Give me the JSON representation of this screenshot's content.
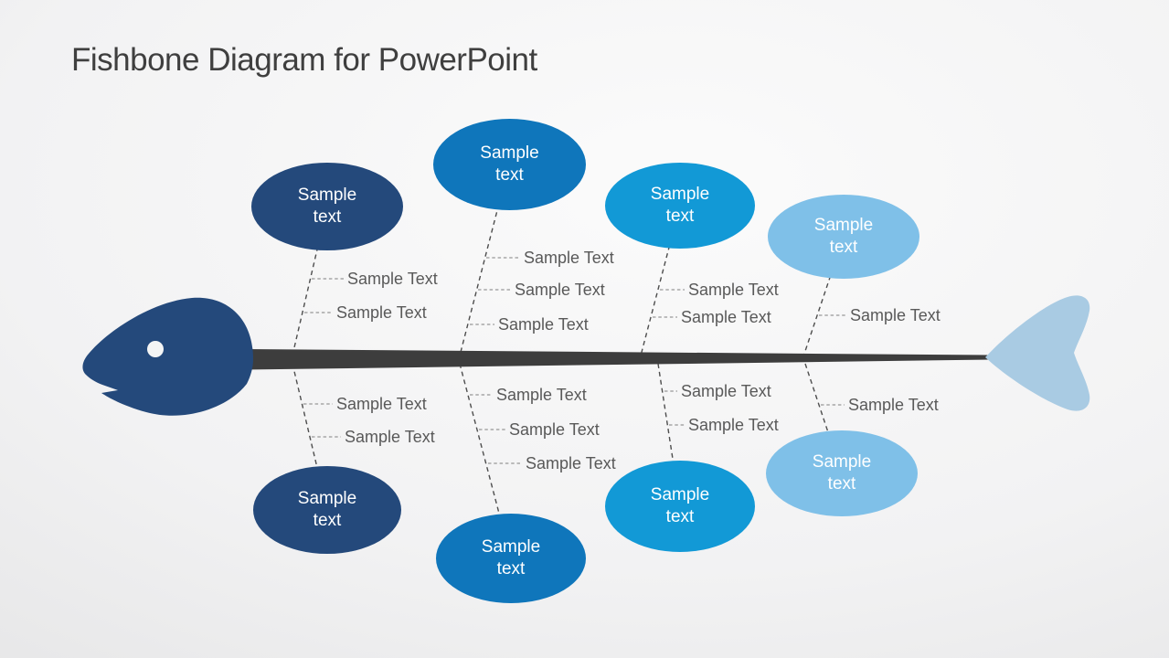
{
  "title": "Fishbone Diagram for PowerPoint",
  "colors": {
    "title_text": "#3f3f3f",
    "sub_label_text": "#595959",
    "node_text": "#ffffff",
    "spine": "#3d3d3d",
    "head": "#24497B",
    "tail": "#A9CBE3",
    "navy": "#24497B",
    "medium_blue": "#0F76BB",
    "bright_blue": "#1299D6",
    "light_blue": "#7FC0E8"
  },
  "diagram": {
    "type": "fishbone",
    "branches": {
      "top": [
        {
          "node": {
            "label": "Sample\ntext",
            "color": "#24497B"
          },
          "sub_labels": [
            "Sample Text",
            "Sample Text"
          ]
        },
        {
          "node": {
            "label": "Sample\ntext",
            "color": "#0F76BB"
          },
          "sub_labels": [
            "Sample Text",
            "Sample Text",
            "Sample Text"
          ]
        },
        {
          "node": {
            "label": "Sample\ntext",
            "color": "#1299D6"
          },
          "sub_labels": [
            "Sample Text",
            "Sample Text"
          ]
        },
        {
          "node": {
            "label": "Sample\ntext",
            "color": "#7FC0E8"
          },
          "sub_labels": [
            "Sample Text"
          ]
        }
      ],
      "bottom": [
        {
          "node": {
            "label": "Sample\ntext",
            "color": "#24497B"
          },
          "sub_labels": [
            "Sample Text",
            "Sample Text"
          ]
        },
        {
          "node": {
            "label": "Sample\ntext",
            "color": "#0F76BB"
          },
          "sub_labels": [
            "Sample Text",
            "Sample Text",
            "Sample Text"
          ]
        },
        {
          "node": {
            "label": "Sample\ntext",
            "color": "#1299D6"
          },
          "sub_labels": [
            "Sample Text",
            "Sample Text"
          ]
        },
        {
          "node": {
            "label": "Sample\ntext",
            "color": "#7FC0E8"
          },
          "sub_labels": [
            "Sample Text"
          ]
        }
      ]
    }
  }
}
